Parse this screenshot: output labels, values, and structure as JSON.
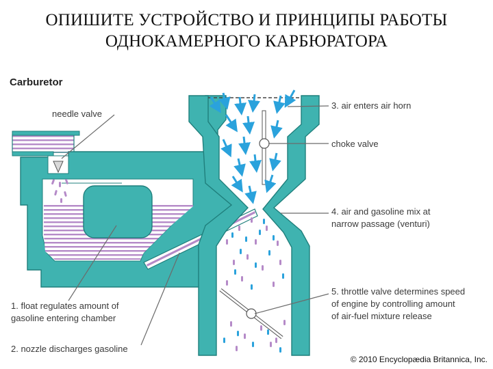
{
  "slide": {
    "title_line1": "ОПИШИТЕ УСТРОЙСТВО И  ПРИНЦИПЫ РАБОТЫ",
    "title_line2": "ОДНОКАМЕРНОГО  КАРБЮРАТОРА"
  },
  "diagram": {
    "title": "Carburetor",
    "labels": {
      "needle_valve": "needle valve",
      "air_horn": "3. air enters air horn",
      "choke_valve": "choke valve",
      "venturi_line1": "4. air and gasoline mix at",
      "venturi_line2": "narrow passage (venturi)",
      "throttle_line1": "5. throttle valve determines speed",
      "throttle_line2": "of engine by controlling amount",
      "throttle_line3": "of air-fuel mixture release",
      "float_line1": "1. float regulates amount of",
      "float_line2": "gasoline entering chamber",
      "nozzle": "2. nozzle discharges gasoline"
    },
    "credit": "© 2010 Encyclopædia Britannica, Inc.",
    "colors": {
      "body": "#3fb3b0",
      "body_outline": "#1f7f7c",
      "fuel": "#b58ac8",
      "air_arrows": "#2aa2dc",
      "leader_line": "#6b6b6b"
    }
  }
}
